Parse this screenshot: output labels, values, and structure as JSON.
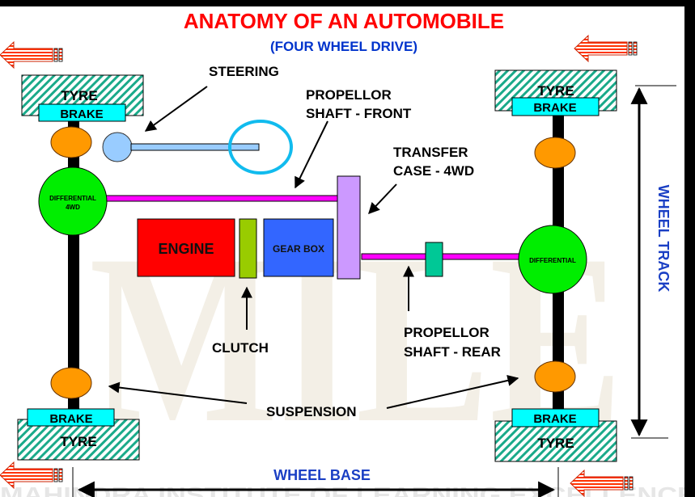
{
  "title": "ANATOMY OF AN AUTOMOBILE",
  "subtitle": "(FOUR WHEEL DRIVE)",
  "watermark": {
    "letters": "MILE",
    "footer": "MAHINDRA INSTITUTE OF LEARNING EXCELLENCE"
  },
  "colors": {
    "title": "#ff0000",
    "subtitle": "#0033cc",
    "dimension_text": "#1a3fc4",
    "tyre_hatch": "#1aaa8a",
    "brake": "#00ffff",
    "suspension": "#ff9900",
    "axle": "#000000",
    "differential": "#00ee00",
    "steering": "#99ccff",
    "steering_wheel": "#11bbee",
    "propeller_shaft": "#ff00ff",
    "engine": "#ff0000",
    "clutch": "#99cc00",
    "gearbox": "#3366ff",
    "transfer_case": "#cc99ff",
    "universal_joint": "#00c896",
    "watermark": "#f3efe6"
  },
  "components": {
    "tyre": "TYRE",
    "brake": "BRAKE",
    "differential_front": [
      "DIFFERENTIAL",
      "4WD"
    ],
    "differential_rear": "DIFFERENTIAL",
    "engine": "ENGINE",
    "gearbox": "GEAR BOX"
  },
  "callouts": {
    "steering": "STEERING",
    "propellor_front": [
      "PROPELLOR",
      "SHAFT - FRONT"
    ],
    "transfer_case": [
      "TRANSFER",
      "CASE - 4WD"
    ],
    "clutch": "CLUTCH",
    "propellor_rear": [
      "PROPELLOR",
      "SHAFT - REAR"
    ],
    "suspension": "SUSPENSION"
  },
  "dimensions": {
    "wheel_track": "WHEEL TRACK",
    "wheel_base": "WHEEL BASE"
  },
  "icons": {
    "direction_arrows": [
      "direction-arrow-left-icon",
      "direction-arrow-left-icon",
      "direction-arrow-left-icon",
      "direction-arrow-left-icon"
    ]
  }
}
